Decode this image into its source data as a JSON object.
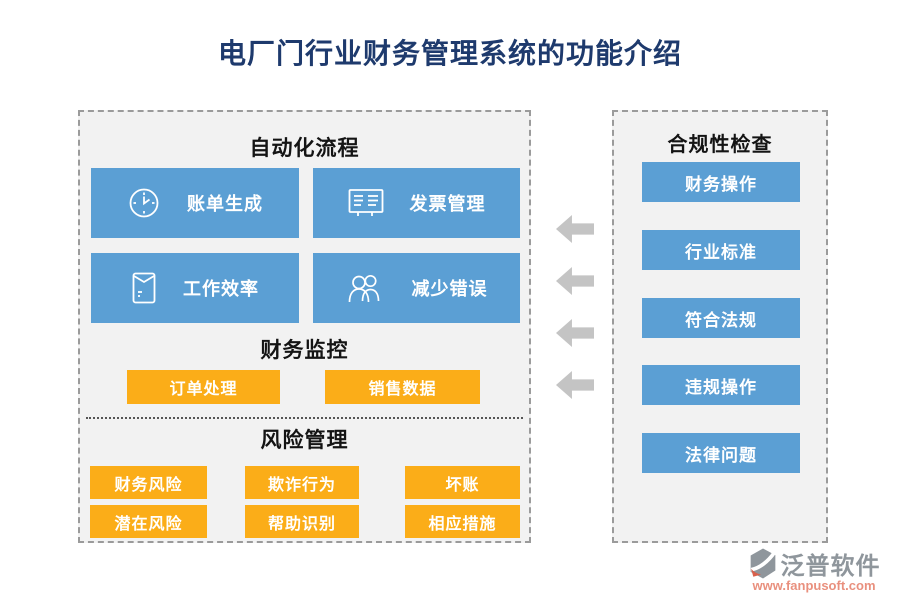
{
  "title": "电厂门行业财务管理系统的功能介绍",
  "left_panel": {
    "sections": [
      {
        "header": "自动化流程",
        "buttons": [
          {
            "icon": "clock-icon",
            "label": "账单生成"
          },
          {
            "icon": "invoice-icon",
            "label": "发票管理"
          },
          {
            "icon": "wallet-icon",
            "label": "工作效率"
          },
          {
            "icon": "users-icon",
            "label": "减少错误"
          }
        ]
      },
      {
        "header": "财务监控",
        "buttons": [
          {
            "label": "订单处理"
          },
          {
            "label": "销售数据"
          }
        ]
      },
      {
        "header": "风险管理",
        "buttons": [
          {
            "label": "财务风险"
          },
          {
            "label": "欺诈行为"
          },
          {
            "label": "坏账"
          },
          {
            "label": "潜在风险"
          },
          {
            "label": "帮助识别"
          },
          {
            "label": "相应措施"
          }
        ]
      }
    ]
  },
  "right_panel": {
    "header": "合规性检查",
    "buttons": [
      {
        "label": "财务操作"
      },
      {
        "label": "行业标准"
      },
      {
        "label": "符合法规"
      },
      {
        "label": "违规操作"
      },
      {
        "label": "法律问题"
      }
    ]
  },
  "arrows": {
    "count": 4,
    "direction": "left"
  },
  "footer": {
    "brand": "泛普软件",
    "url": "www.fanpusoft.com"
  },
  "colors": {
    "blue": "#5B9FD4",
    "orange": "#FBAD18",
    "arrow": "#C4C4C4",
    "title": "#1E3A6D",
    "panel-bg": "#F2F2F2",
    "brand-gray": "#8F969C",
    "url-red": "#E9907E"
  }
}
